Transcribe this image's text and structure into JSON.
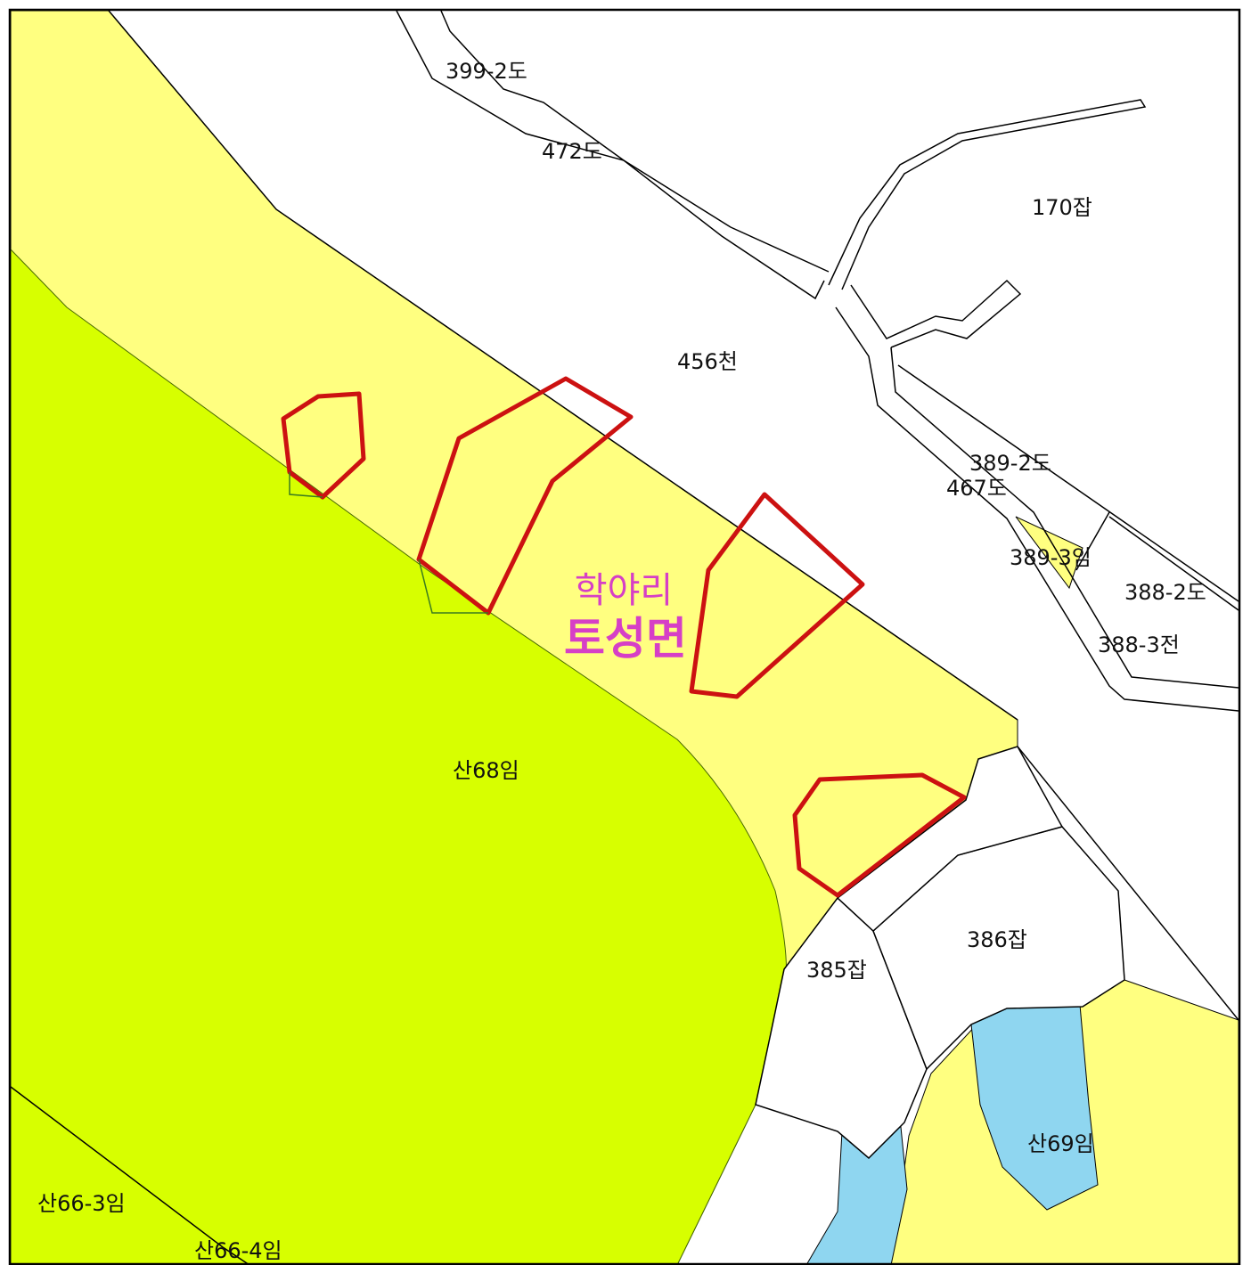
{
  "colors": {
    "background": "#ffffff",
    "parcel_yellow": "#ffff80",
    "forest_green": "#d7ff00",
    "water_blue": "#8fd6f0",
    "border": "#000000",
    "highlight_red": "#cc1111",
    "place_label": "#d63fc6"
  },
  "place": {
    "village": "학야리",
    "township": "토성면"
  },
  "parcels": [
    {
      "id": "p1",
      "label": "399-2도"
    },
    {
      "id": "p2",
      "label": "472도"
    },
    {
      "id": "p3",
      "label": "170잡"
    },
    {
      "id": "p4",
      "label": "456천"
    },
    {
      "id": "p5",
      "label": "389-2도"
    },
    {
      "id": "p6",
      "label": "467도"
    },
    {
      "id": "p7",
      "label": "389-3임"
    },
    {
      "id": "p8",
      "label": "388-2도"
    },
    {
      "id": "p9",
      "label": "388-3전"
    },
    {
      "id": "p10",
      "label": "산68임"
    },
    {
      "id": "p11",
      "label": "386잡"
    },
    {
      "id": "p12",
      "label": "385잡"
    },
    {
      "id": "p13",
      "label": "산69임"
    },
    {
      "id": "p14",
      "label": "산66-3임"
    },
    {
      "id": "p15",
      "label": "산66-4임"
    }
  ]
}
